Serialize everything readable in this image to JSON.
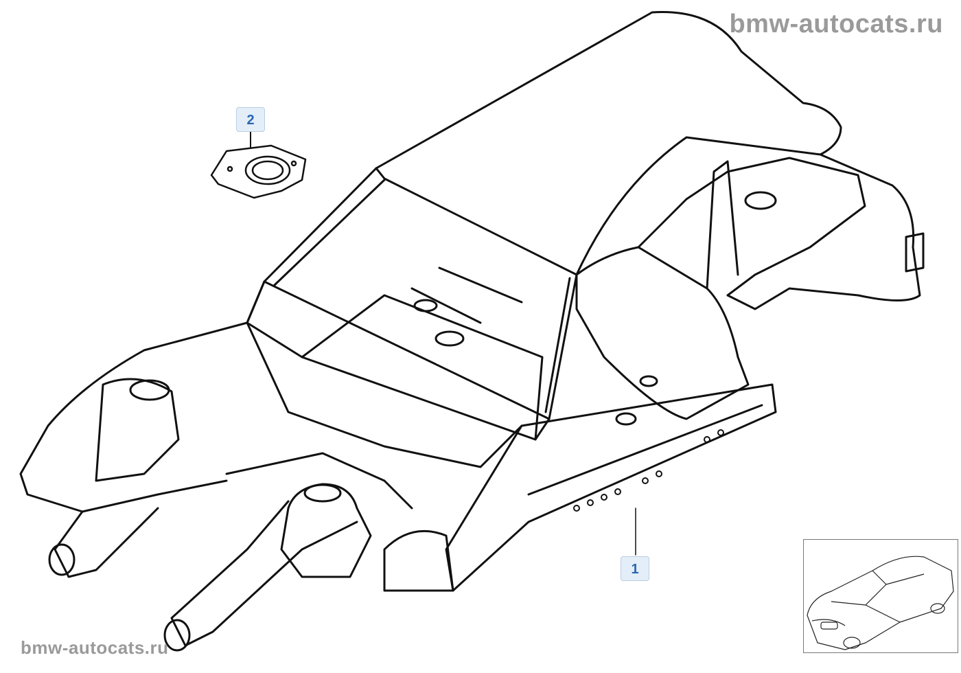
{
  "watermarks": {
    "top": "bmw-autocats.ru",
    "bottom": "bmw-autocats.ru"
  },
  "callouts": [
    {
      "label": "2"
    },
    {
      "label": "1"
    }
  ],
  "colors": {
    "line": "#111111",
    "callout_bg": "#e4eef8",
    "callout_text": "#2a66b0",
    "watermark": "#9a9a9a"
  }
}
